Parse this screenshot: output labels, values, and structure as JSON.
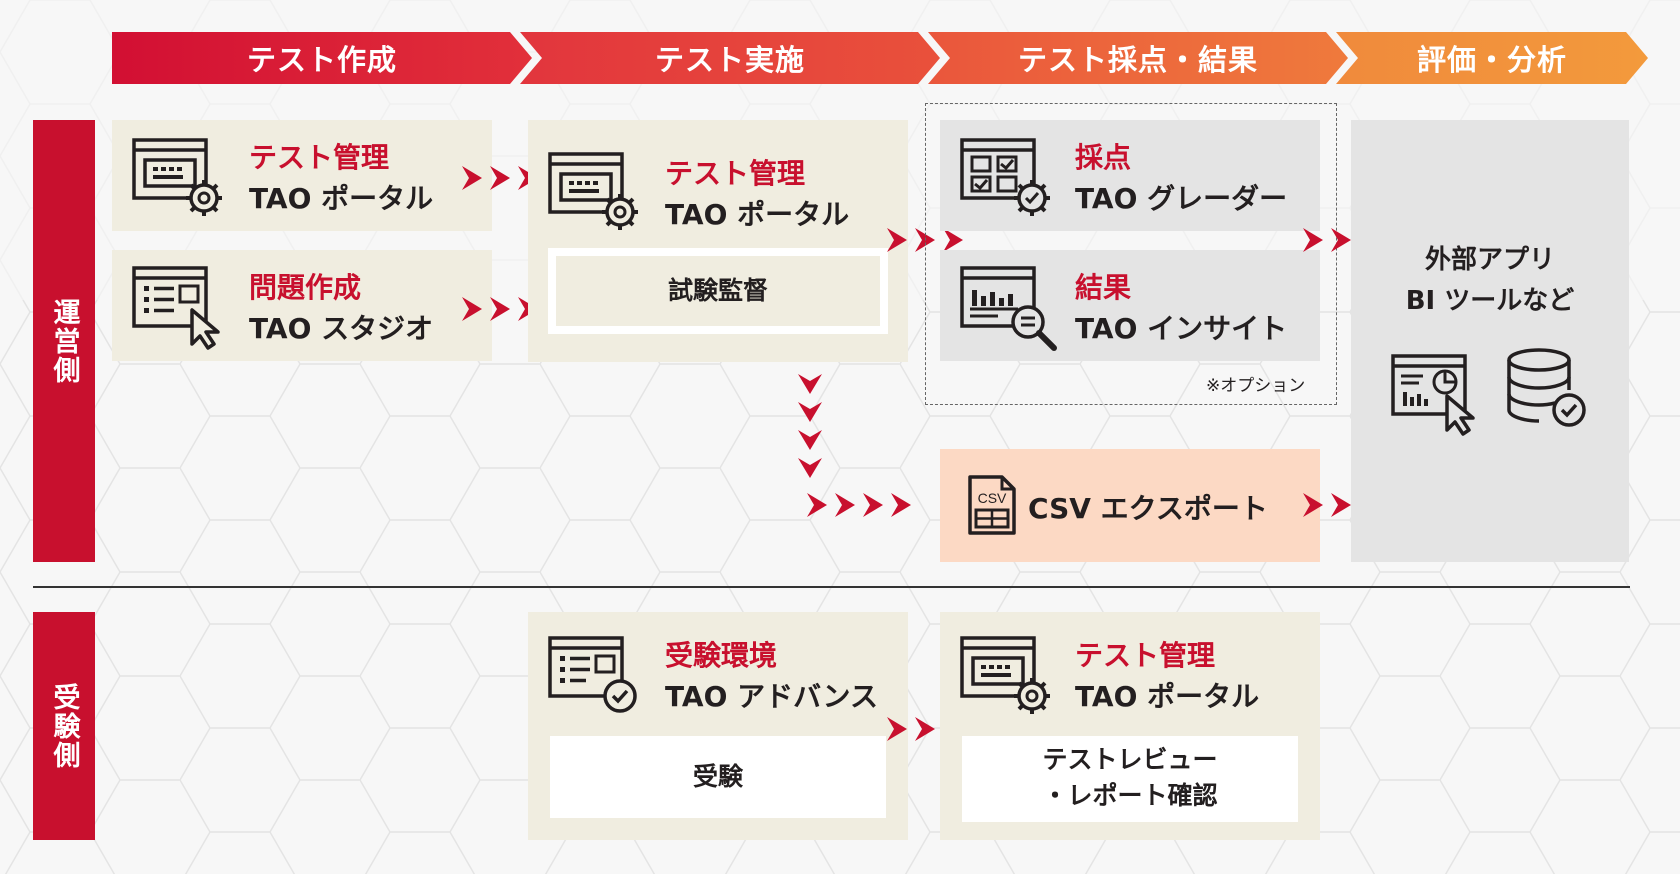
{
  "stages": [
    "テスト作成",
    "テスト実施",
    "テスト採点・結果",
    "評価・分析"
  ],
  "side_labels": {
    "operator": "運営側",
    "examinee": "受験側"
  },
  "boxes": {
    "create_portal": {
      "title": "テスト管理",
      "subtitle": "TAO ポータル"
    },
    "create_studio": {
      "title": "問題作成",
      "subtitle": "TAO スタジオ"
    },
    "exec_portal": {
      "title": "テスト管理",
      "subtitle": "TAO ポータル",
      "inner": "試験監督"
    },
    "grade": {
      "title": "採点",
      "subtitle": "TAO グレーダー"
    },
    "results": {
      "title": "結果",
      "subtitle": "TAO インサイト"
    },
    "option_note": "※オプション",
    "csv": {
      "label": "CSV エクスポート",
      "icon_text": "CSV"
    },
    "external": {
      "line1": "外部アプリ",
      "line2": "BI ツールなど"
    },
    "exam_env": {
      "title": "受験環境",
      "subtitle": "TAO アドバンス",
      "inner": "受験"
    },
    "review_portal": {
      "title": "テスト管理",
      "subtitle": "TAO ポータル",
      "inner_line1": "テストレビュー",
      "inner_line2": "・レポート確認"
    }
  },
  "colors": {
    "accent": "#c8102e",
    "cream": "#f0ede0",
    "grey": "#e4e4e4",
    "peach": "#fcd9c4"
  },
  "icons": [
    "portal-gear-icon",
    "list-cursor-icon",
    "grid-check-gear-icon",
    "chart-magnifier-icon",
    "csv-file-icon",
    "chart-cursor-icon",
    "database-check-icon",
    "list-check-icon"
  ]
}
